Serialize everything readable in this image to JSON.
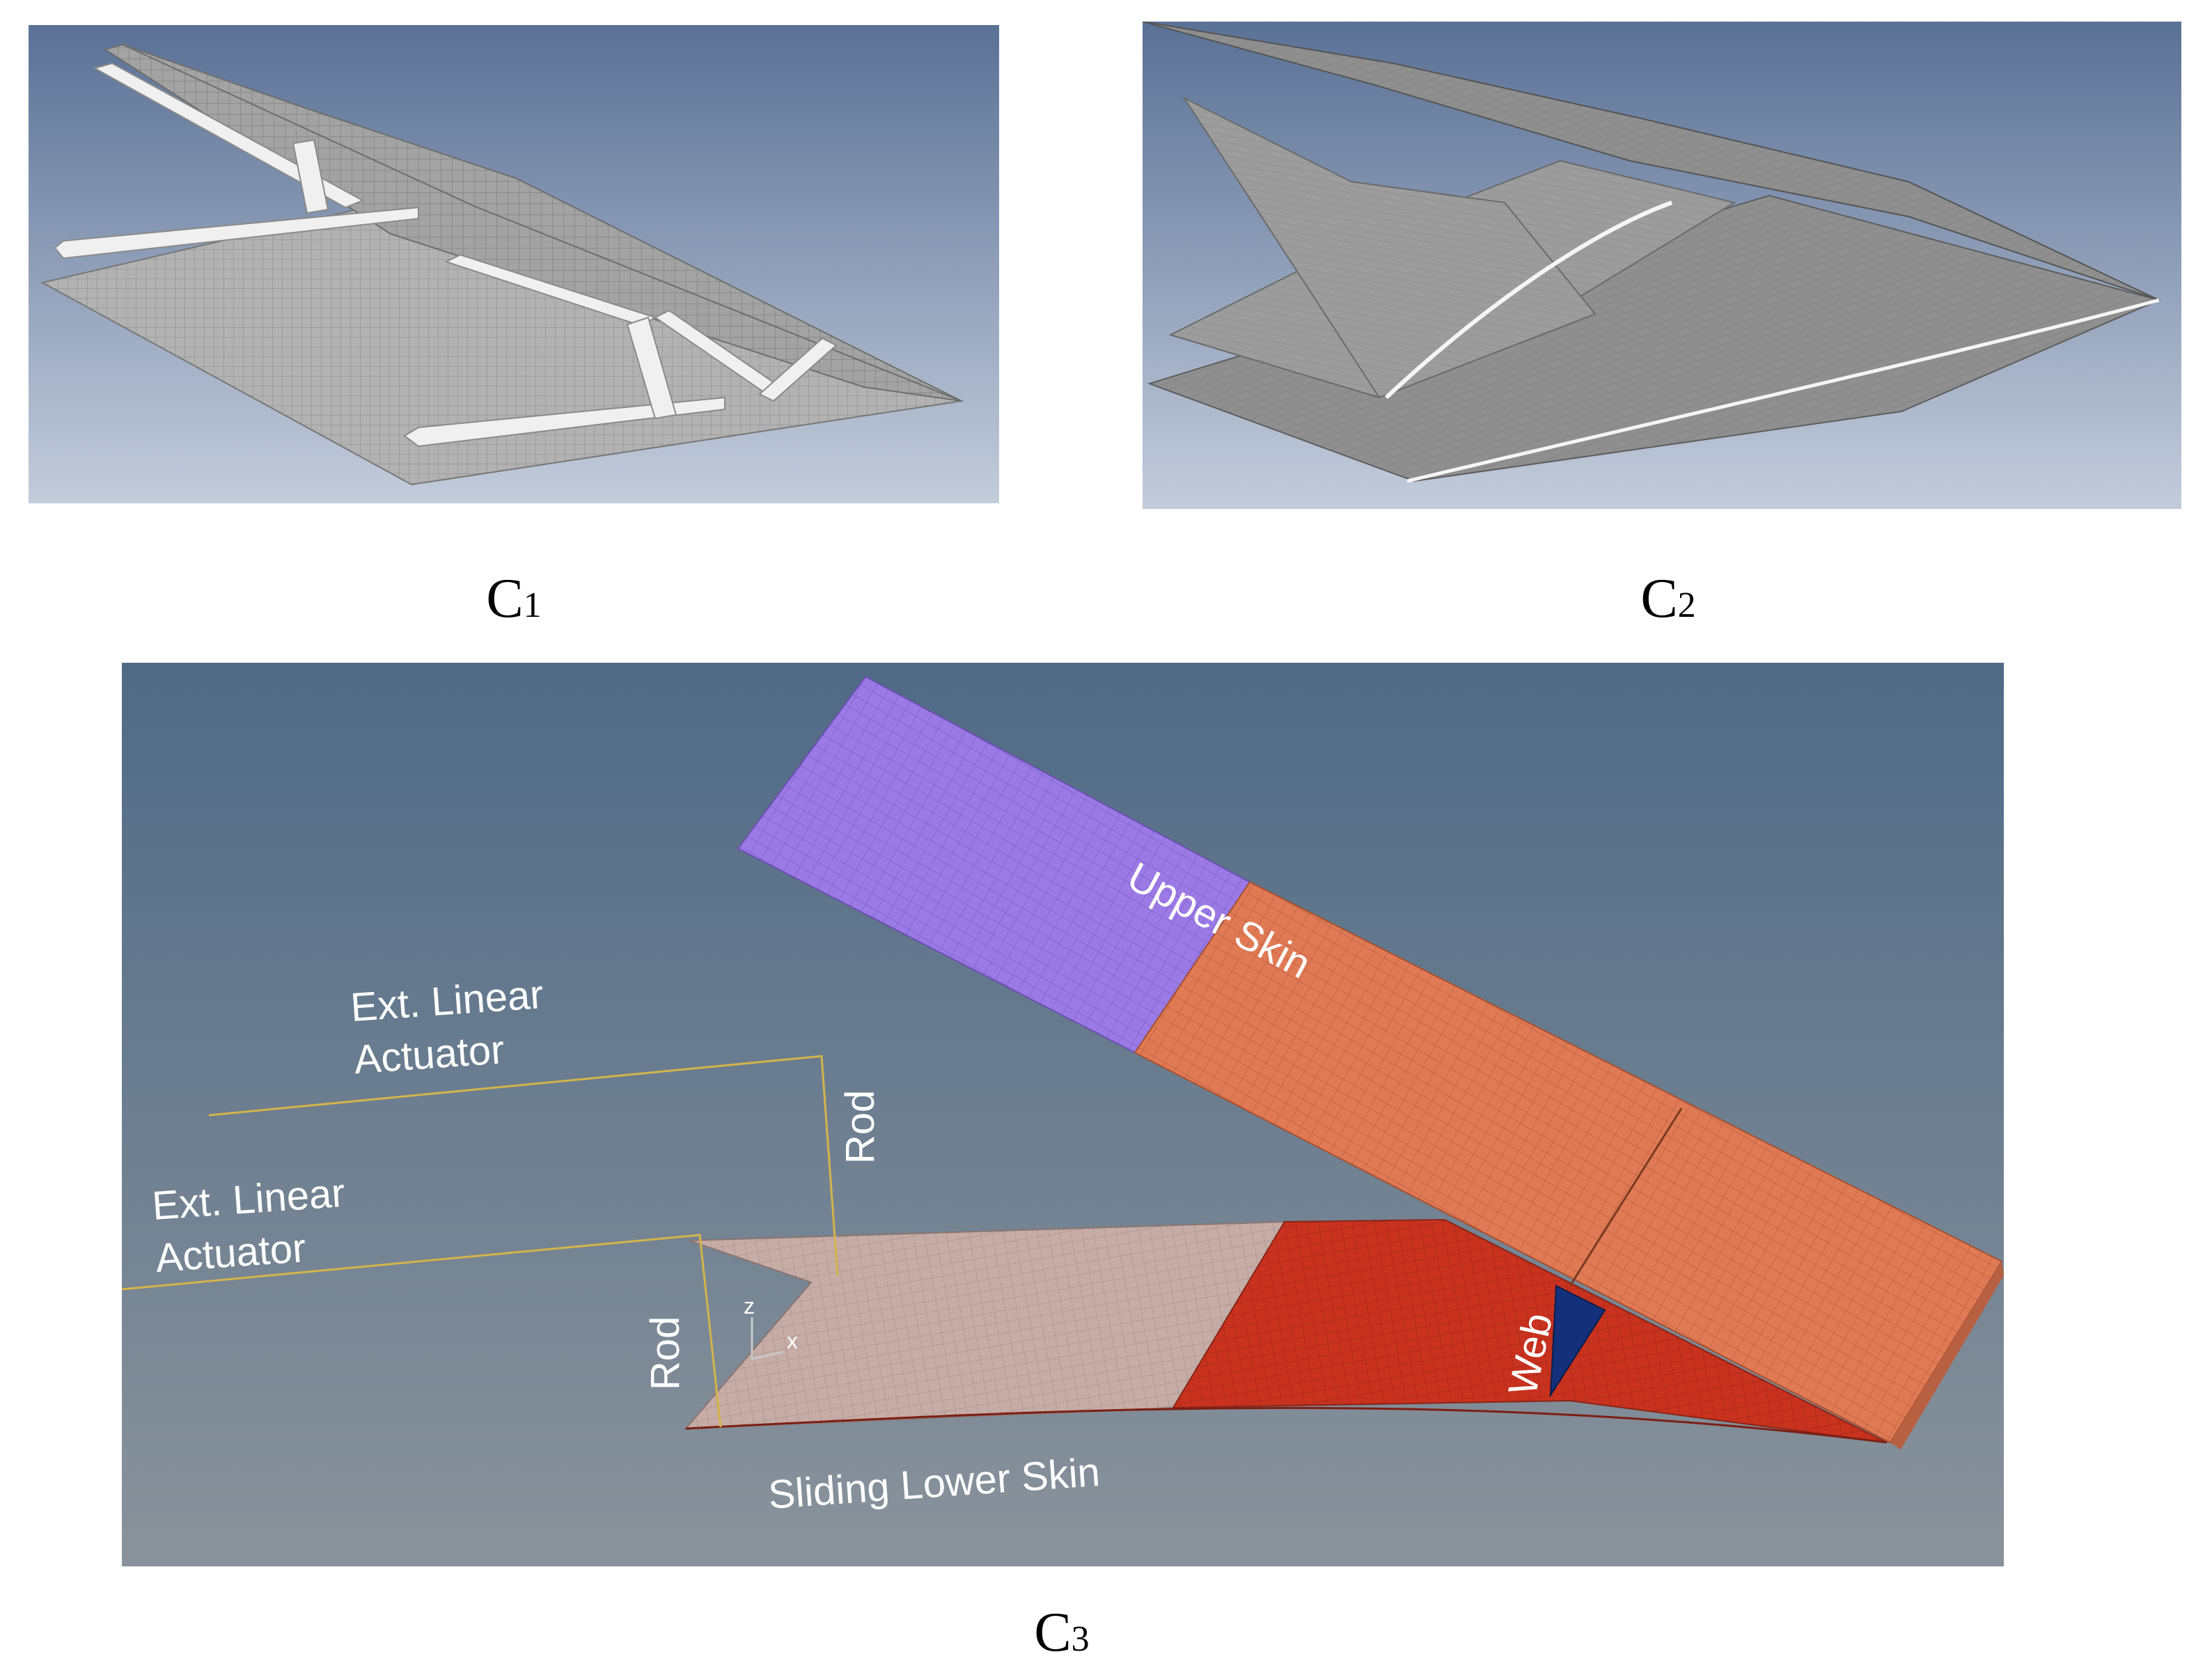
{
  "captions": {
    "c1": {
      "main": "C",
      "sub": "1"
    },
    "c2": {
      "main": "C",
      "sub": "2"
    },
    "c3": {
      "main": "C",
      "sub": "3"
    }
  },
  "c3_labels": {
    "upper_skin": "Upper Skin",
    "actuator_top_line1": "Ext. Linear",
    "actuator_top_line2": "Actuator",
    "actuator_bottom_line1": "Ext. Linear",
    "actuator_bottom_line2": "Actuator",
    "rod_top": "Rod",
    "rod_bottom": "Rod",
    "web": "Web",
    "sliding_lower_skin": "Sliding Lower Skin",
    "axis_z": "z",
    "axis_x": "x"
  },
  "colors": {
    "viewport_gradient_top": "#5a7196",
    "viewport_gradient_bottom": "#c3ccdb",
    "c3_gradient_top": "#4f6a86",
    "c3_gradient_bottom": "#8a939b",
    "upper_skin_purple": "#9b7ae6",
    "upper_skin_orange": "#e07a55",
    "lower_skin_red": "#c8321e",
    "lower_skin_pink": "#c6aca6",
    "web_blue": "#14307a",
    "actuator_yellow": "#d4b44a",
    "mesh_gray": "#9a9a9a"
  }
}
